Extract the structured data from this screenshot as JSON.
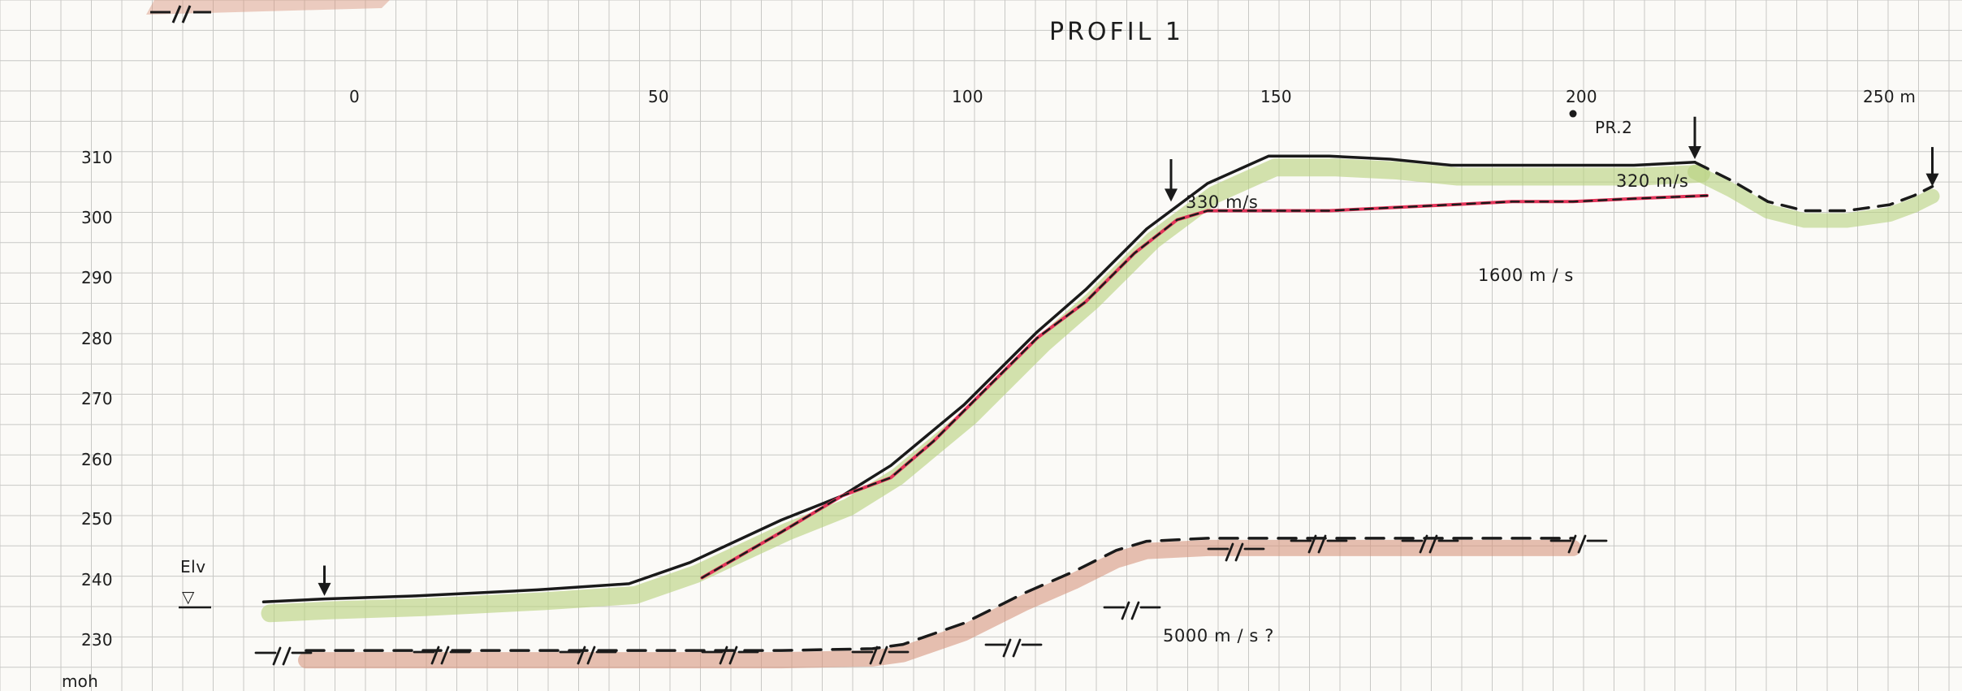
{
  "chart_data": {
    "type": "line",
    "title": "PROFIL 1",
    "x_axis": {
      "tick_labels": [
        "0",
        "50",
        "100",
        "150",
        "200",
        "250 m"
      ],
      "tick_values": [
        0,
        50,
        100,
        150,
        200,
        250
      ],
      "range": [
        -15,
        262
      ]
    },
    "y_axis": {
      "tick_labels": [
        "310",
        "300",
        "290",
        "280",
        "270",
        "260",
        "250",
        "240",
        "230"
      ],
      "tick_values": [
        310,
        300,
        290,
        280,
        270,
        260,
        250,
        240,
        230
      ],
      "unit_label": "moh",
      "range": [
        226,
        341
      ]
    },
    "series": [
      {
        "kind": "ground-surface",
        "x": [
          -15,
          -5,
          10,
          30,
          45,
          55,
          70,
          80,
          88,
          100,
          112,
          120,
          130,
          140,
          150,
          160,
          170,
          180,
          190,
          200,
          210,
          220
        ],
        "y": [
          236.5,
          237,
          237.5,
          238.5,
          239.5,
          243,
          250,
          254,
          259,
          269,
          281,
          288,
          298,
          305.5,
          310,
          310,
          309.5,
          308.5,
          308.5,
          308.5,
          308.5,
          309
        ]
      },
      {
        "kind": "ground-surface-dashed",
        "x": [
          220,
          226,
          232,
          238,
          245,
          252,
          256,
          259
        ],
        "y": [
          309,
          306,
          302.5,
          301,
          301,
          302,
          303.5,
          305
        ]
      },
      {
        "kind": "refractor-330-1600",
        "x": [
          57,
          70,
          80,
          88,
          95,
          103,
          112,
          120,
          128,
          135,
          140,
          150,
          160,
          170,
          180,
          190,
          200,
          210,
          222
        ],
        "y": [
          240.5,
          248,
          254,
          257,
          263,
          271,
          280,
          286,
          294,
          299.5,
          301,
          301,
          301,
          301.5,
          302,
          302.5,
          302.5,
          303,
          303.5
        ]
      },
      {
        "kind": "refractor-1600-5000",
        "x": [
          -8,
          10,
          30,
          50,
          70,
          85,
          90,
          100,
          110,
          118,
          125,
          130,
          140,
          150,
          160,
          170,
          180,
          190,
          200
        ],
        "y": [
          228.5,
          228.5,
          228.5,
          228.5,
          228.5,
          228.8,
          229.5,
          233,
          238,
          241.5,
          245,
          246.5,
          247,
          247,
          247,
          247,
          247,
          247,
          247
        ]
      }
    ],
    "annotations": [
      {
        "text": "330 m/s",
        "x": 135,
        "y": 301.5
      },
      {
        "text": "320 m/s",
        "x": 207,
        "y": 306.5
      },
      {
        "text": "1600 m / s",
        "x": 186,
        "y": 289.5
      },
      {
        "text": "5000 m / s  ?",
        "x": 133,
        "y": 228.8
      },
      {
        "text": "Elv",
        "x": -14,
        "y": 238.5
      },
      {
        "text": "PR.2",
        "x": 200,
        "y": 317
      }
    ],
    "arrows": [
      {
        "x": -5,
        "y_top": 242.5,
        "y_bottom": 237.5
      },
      {
        "x": 134,
        "y_top": 309.5,
        "y_bottom": 302.5
      },
      {
        "x": 220,
        "y_top": 316.5,
        "y_bottom": 309.5
      },
      {
        "x": 259,
        "y_top": 311.5,
        "y_bottom": 305
      }
    ],
    "point_markers": [
      {
        "x": 200,
        "y": 317
      }
    ],
    "grid": true,
    "legend": "none"
  },
  "colors": {
    "paper": "#fbfaf7",
    "grid_minor": "#c8c8c5",
    "grid_major": "#8b8b89",
    "ink": "#1a1a1a",
    "ground_shadow": "#b8d27e",
    "refractor_red": "#e33459",
    "bedrock_shadow": "#d6937a"
  },
  "decorations": {
    "bedrock_marks": [
      "7/7",
      "7/7",
      "7/7",
      "7/7",
      "7/7",
      "7/7",
      "7/7",
      "7/7",
      "7/7",
      "7/7",
      "7/7",
      "7/7",
      "7/7"
    ],
    "water_symbol": "▽"
  }
}
